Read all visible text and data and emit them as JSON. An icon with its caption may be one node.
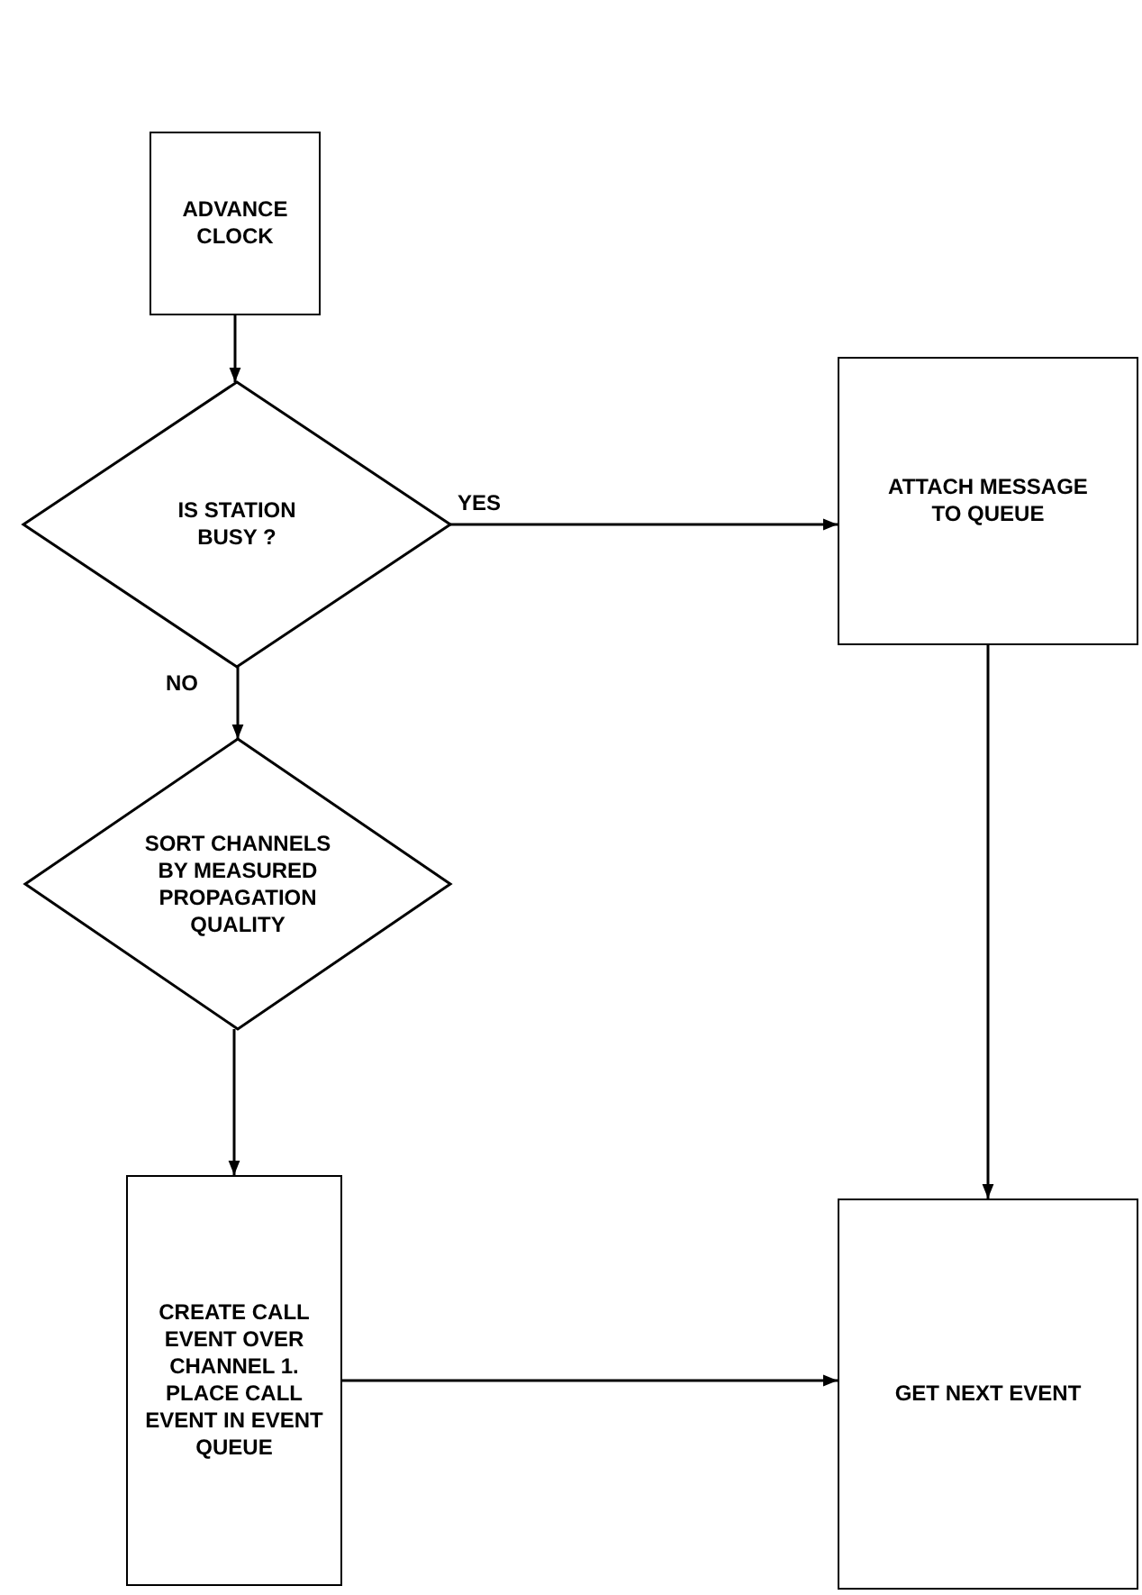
{
  "diagram": {
    "nodes": [
      {
        "text": [
          "ADVANCE CLOCK"
        ]
      },
      {
        "text": [
          "IS STATION BUSY ?"
        ]
      },
      {
        "text": [
          "ATTACH MESSAGE TO QUEUE"
        ]
      },
      {
        "text": [
          "SORT CHANNELS BY MEASURED PROPAGATION QUALITY"
        ]
      },
      {
        "text": [
          "CREATE CALL EVENT OVER CHANNEL 1. PLACE CALL EVENT IN EVENT QUEUE"
        ]
      },
      {
        "text": [
          "GET NEXT EVENT"
        ]
      }
    ],
    "edges": [
      {
        "from": 0,
        "to": 1,
        "arrow": "to"
      },
      {
        "from": 1,
        "to": 2,
        "arrow": "to",
        "label": "YES"
      },
      {
        "from": 1,
        "to": 3,
        "arrow": "to",
        "label": "NO"
      },
      {
        "from": 3,
        "to": 4,
        "arrow": "to"
      },
      {
        "from": 2,
        "to": 5,
        "arrow": "to"
      },
      {
        "from": 4,
        "to": 5,
        "arrow": "to"
      }
    ]
  }
}
